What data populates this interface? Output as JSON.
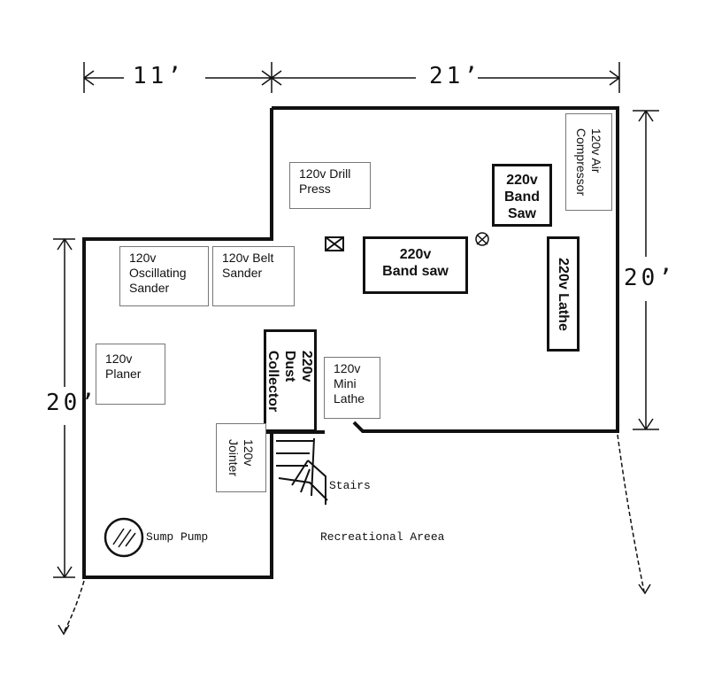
{
  "dimensions": {
    "top_left": "11’",
    "top_right": "21’",
    "right": "20’",
    "left": "20’"
  },
  "equipment": {
    "drill_press": "120v Drill\nPress",
    "band_saw_small": "220v\nBand\nSaw",
    "air_compressor": "120v Air\nCompressor",
    "band_saw_large": "220v\nBand saw",
    "lathe": "220v Lathe",
    "oscillating_sander": "120v\nOscillating\nSander",
    "belt_sander": "120v Belt\nSander",
    "planer": "120v\nPlaner",
    "dust_collector": "220v Dust\nCollector",
    "mini_lathe": "120v\nMini\nLathe",
    "jointer": "120v\nJointer"
  },
  "labels": {
    "stairs": "Stairs",
    "sump_pump": "Sump Pump",
    "recreational_area": "Recreational Areea"
  }
}
